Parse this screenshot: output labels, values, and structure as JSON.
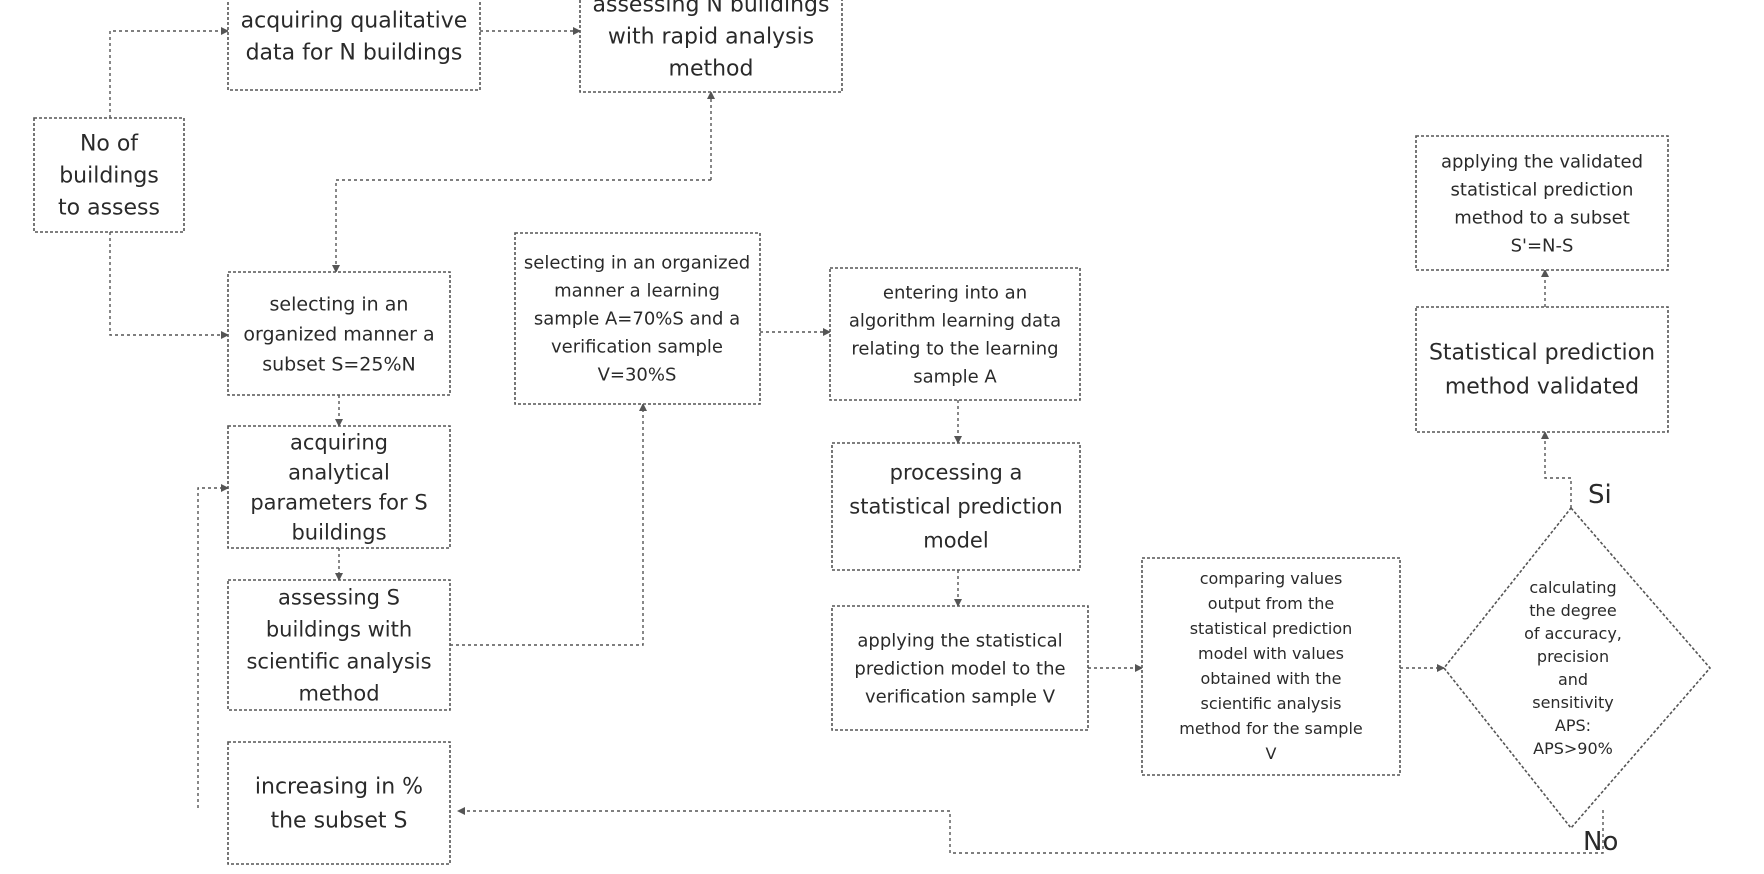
{
  "nodes": {
    "acquire_qualitative": {
      "lines": [
        "acquiring qualitative",
        "data for N buildings"
      ]
    },
    "assess_rapid": {
      "lines": [
        "assessing N buildings",
        "with rapid analysis",
        "method"
      ]
    },
    "no_of_buildings": {
      "lines": [
        "No of",
        "buildings",
        "to assess"
      ]
    },
    "select_subset": {
      "lines": [
        "selecting in an",
        "organized manner a",
        "subset S=25%N"
      ]
    },
    "select_samples": {
      "lines": [
        "selecting in an organized",
        "manner a learning",
        "sample A=70%S and a",
        "verification sample",
        "V=30%S"
      ]
    },
    "enter_algorithm": {
      "lines": [
        "entering into an",
        "algorithm learning data",
        "relating to the learning",
        "sample A"
      ]
    },
    "apply_validated": {
      "lines": [
        "applying the validated",
        "statistical prediction",
        "method to a subset",
        "S'=N-S"
      ]
    },
    "method_validated": {
      "lines": [
        "Statistical prediction",
        "method validated"
      ]
    },
    "acquire_analytical": {
      "lines": [
        "acquiring",
        "analytical",
        "parameters for S",
        "buildings"
      ]
    },
    "process_model": {
      "lines": [
        "processing a",
        "statistical prediction",
        "model"
      ]
    },
    "assess_scientific": {
      "lines": [
        "assessing S",
        "buildings with",
        "scientific analysis",
        "method"
      ]
    },
    "apply_model": {
      "lines": [
        "applying the statistical",
        "prediction model to the",
        "verification sample V"
      ]
    },
    "compare_values": {
      "lines": [
        "comparing values",
        "output from the",
        "statistical prediction",
        "model with values",
        "obtained with the",
        "scientific analysis",
        "method for the sample",
        "V"
      ]
    },
    "calc_aps": {
      "lines": [
        "calculating",
        "the degree",
        "of accuracy,",
        "precision",
        "and",
        "sensitivity",
        "APS:",
        "APS>90%"
      ]
    },
    "increase_subset": {
      "lines": [
        "increasing in %",
        "the subset S"
      ]
    }
  },
  "branch_labels": {
    "yes": "Si",
    "no": "No"
  }
}
